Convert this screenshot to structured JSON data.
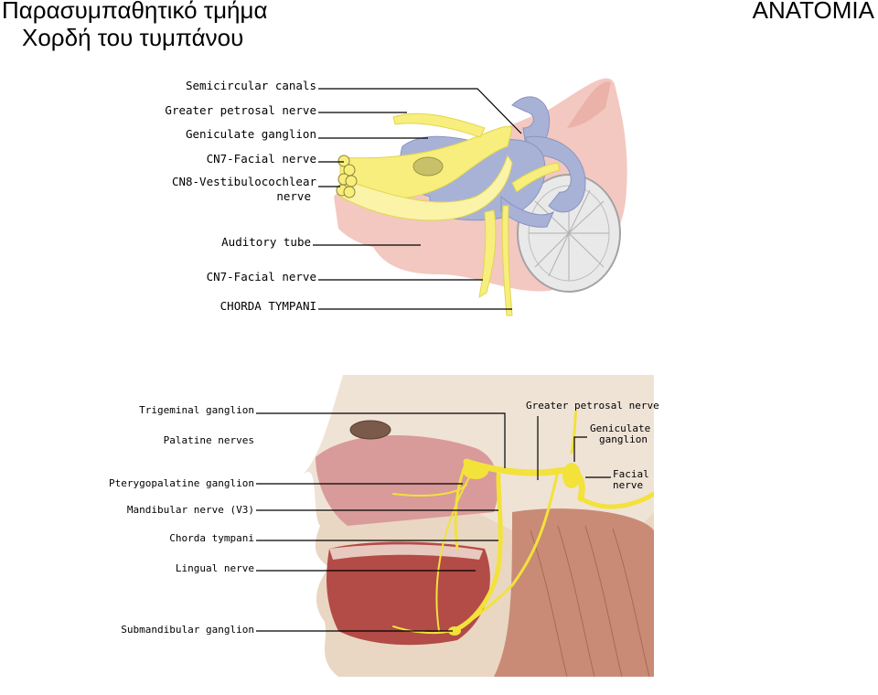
{
  "header": {
    "title_line1": "Παρασυμπαθητικό τμήμα",
    "title_line2": "Χορδή του τυμπάνου",
    "corner": "ΑΝΑΤΟΜΙΑ"
  },
  "ear_labels": {
    "semicircular": "Semicircular canals",
    "greater_petrosal": "Greater petrosal nerve",
    "geniculate": "Geniculate ganglion",
    "cn7_facial_top": "CN7-Facial nerve",
    "cn8_line1": "CN8-Vestibulocochlear",
    "cn8_line2": "nerve",
    "auditory_tube": "Auditory tube",
    "cn7_facial_lower": "CN7-Facial nerve",
    "chorda": "CHORDA TYMPANI"
  },
  "head_labels": {
    "trigeminal": "Trigeminal ganglion",
    "palatine": "Palatine nerves",
    "pterygopalatine": "Pterygopalatine ganglion",
    "mandibular": "Mandibular nerve (V3)",
    "chorda": "Chorda tympani",
    "lingual": "Lingual nerve",
    "submandibular": "Submandibular ganglion",
    "greater_petrosal": "Greater petrosal nerve",
    "geniculate_line1": "Geniculate",
    "geniculate_line2": "ganglion",
    "facial_line1": "Facial",
    "facial_line2": "nerve"
  }
}
